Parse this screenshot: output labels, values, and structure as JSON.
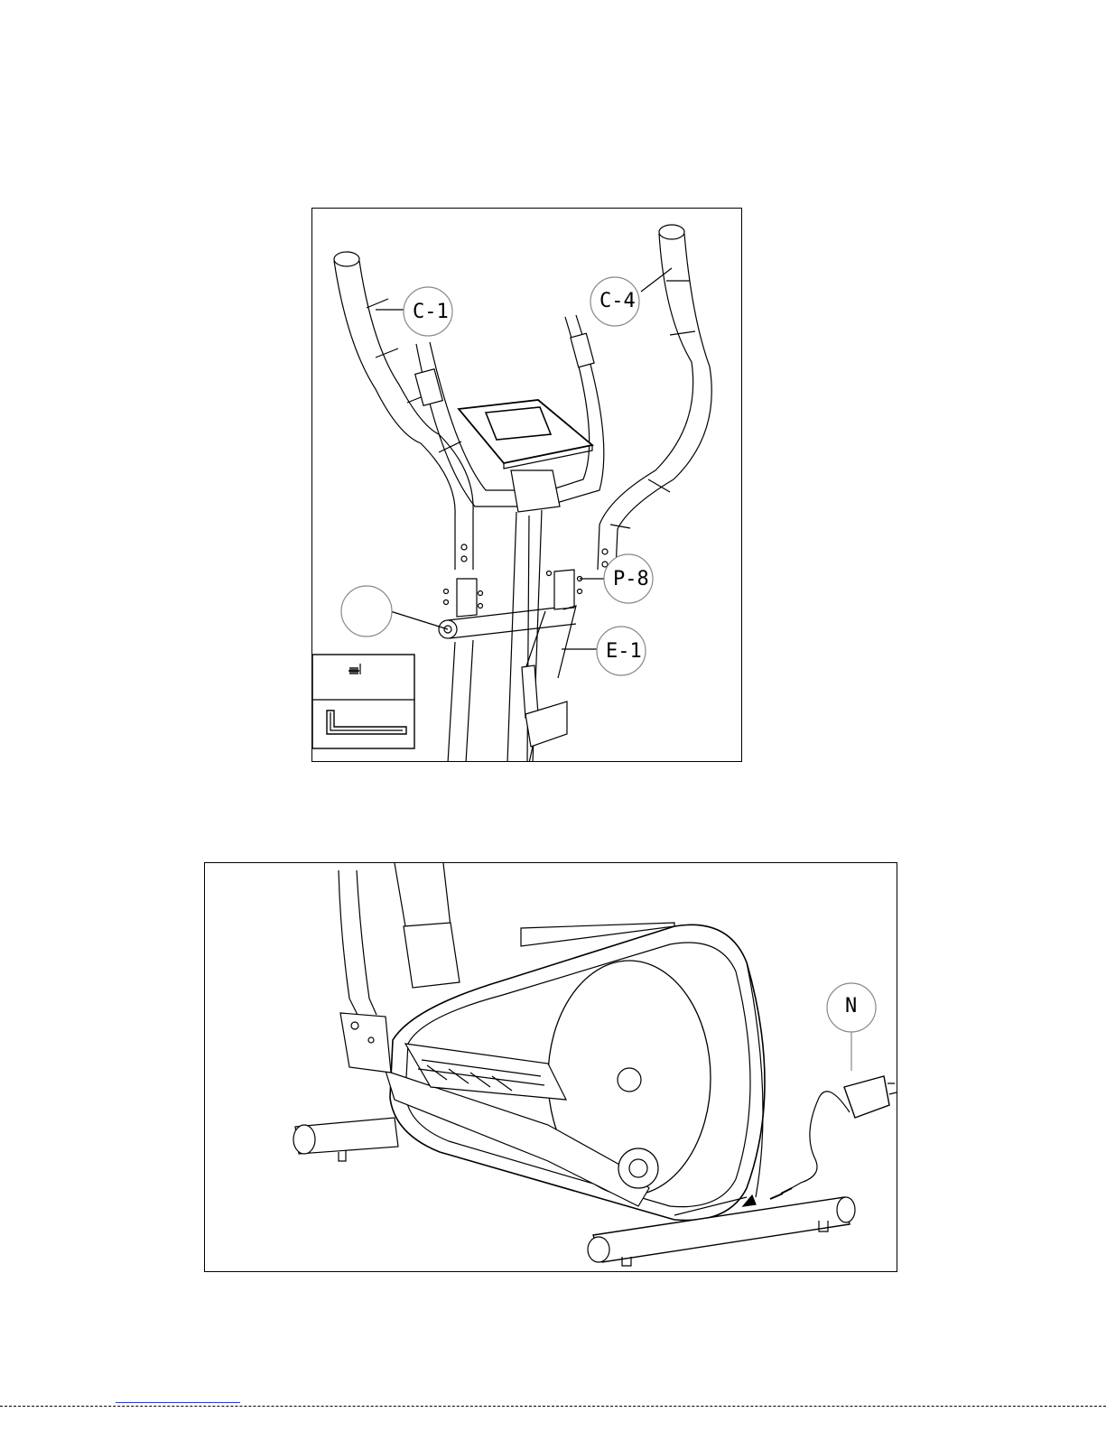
{
  "figure_top": {
    "callouts": {
      "c1": "C-1",
      "c4": "C-4",
      "p8": "P-8",
      "e1": "E-1",
      "blank": ""
    }
  },
  "figure_bottom": {
    "callouts": {
      "n": "N"
    }
  },
  "colors": {
    "line": "#000000",
    "link_underline": "#2a3bd6"
  }
}
